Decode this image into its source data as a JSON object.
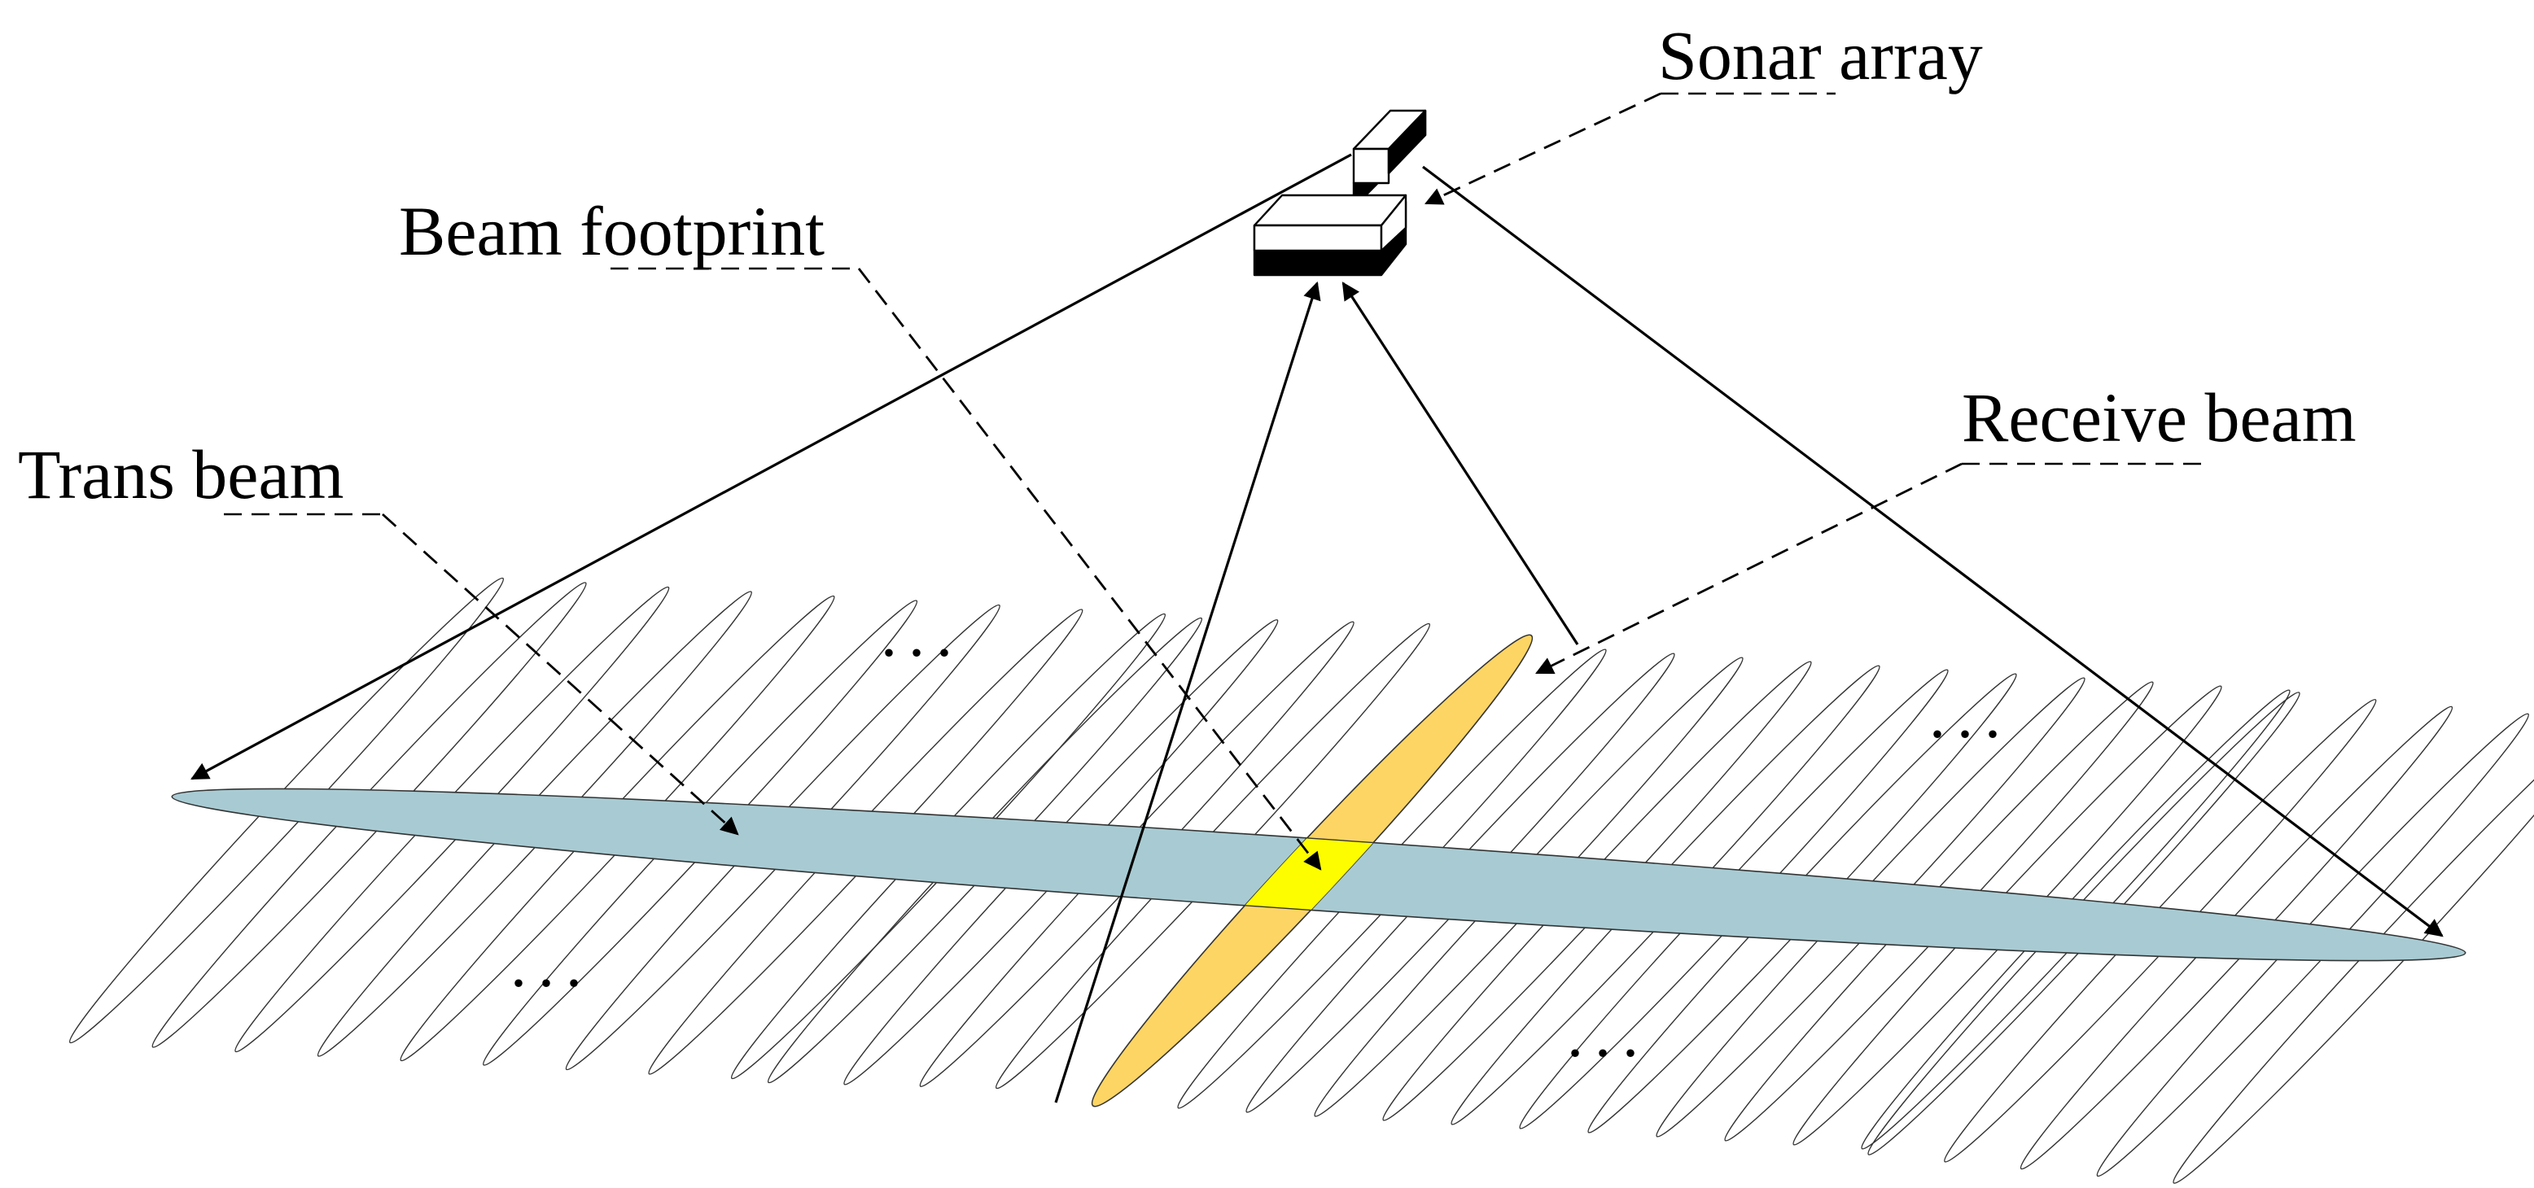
{
  "labels": {
    "sonar_array": "Sonar array",
    "beam_footprint": "Beam footprint",
    "trans_beam": "Trans beam",
    "receive_beam": "Receive beam"
  },
  "ellipsis": "...",
  "colors": {
    "trans_beam_fill": "#a8cbd3",
    "receive_beam_fill": "#fdd564",
    "footprint_fill": "#fdfd00",
    "outline": "#333333",
    "array_dark": "#000000",
    "array_light": "#ffffff"
  }
}
